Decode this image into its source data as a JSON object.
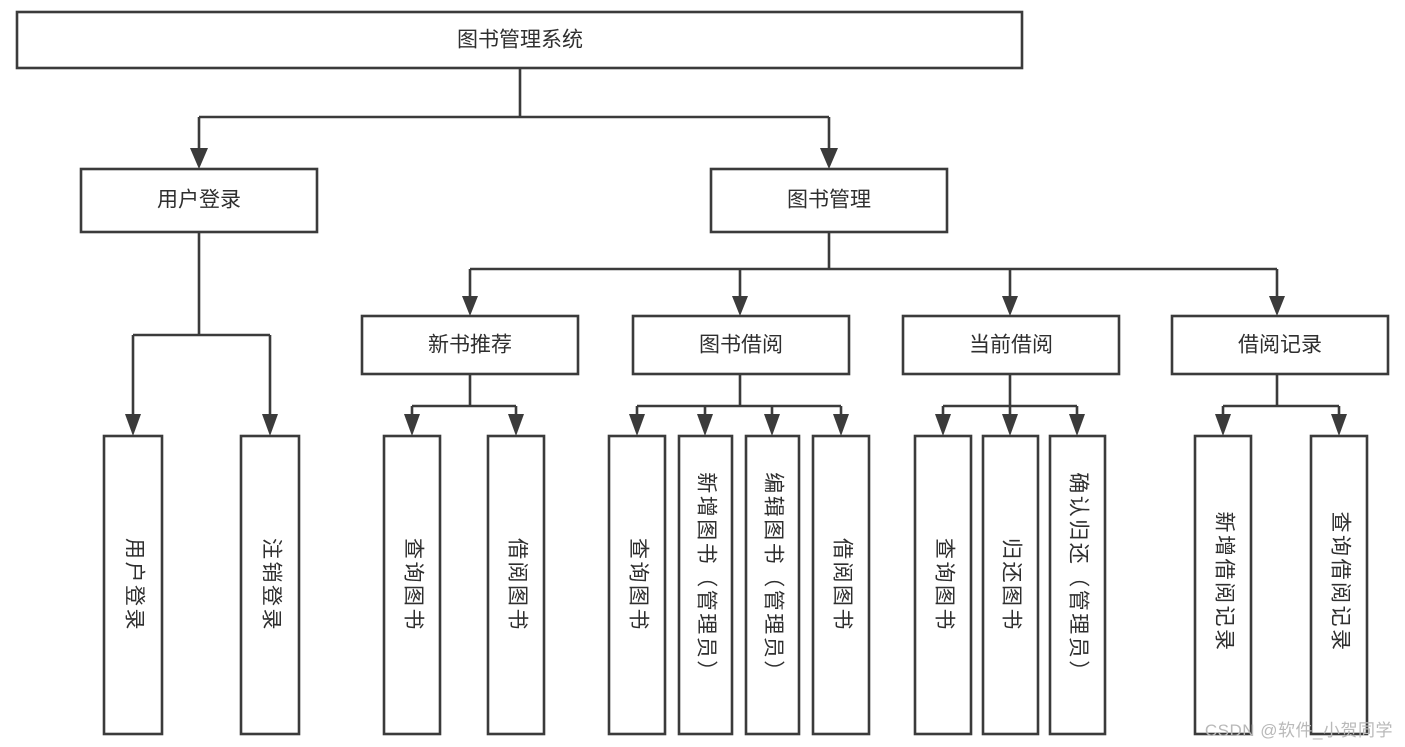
{
  "diagram": {
    "type": "tree-hierarchy-chart",
    "title_text": "图书管理系统",
    "watermark": "CSDN @软件_小贺同学",
    "colors": {
      "background": "#ffffff",
      "box_fill": "#ffffff",
      "box_stroke": "#3b3b3b",
      "text": "#2f2f2f",
      "watermark": "#b9b9b9"
    },
    "levels": {
      "root": {
        "label": "图书管理系统"
      },
      "level2": [
        {
          "id": "user-login",
          "label": "用户登录"
        },
        {
          "id": "book-management",
          "label": "图书管理"
        }
      ],
      "level3": [
        {
          "id": "new-book-recommend",
          "label": "新书推荐"
        },
        {
          "id": "book-borrow",
          "label": "图书借阅"
        },
        {
          "id": "current-borrow",
          "label": "当前借阅"
        },
        {
          "id": "borrow-record",
          "label": "借阅记录"
        }
      ],
      "leaves": {
        "user-login": [
          {
            "id": "leaf-user-login",
            "label": "用户登录"
          },
          {
            "id": "leaf-logout-login",
            "label": "注销登录"
          }
        ],
        "new-book-recommend": [
          {
            "id": "leaf-query-book-1",
            "label": "查询图书"
          },
          {
            "id": "leaf-borrow-book-1",
            "label": "借阅图书"
          }
        ],
        "book-borrow": [
          {
            "id": "leaf-query-book-2",
            "label": "查询图书"
          },
          {
            "id": "leaf-add-book",
            "label": "新增图书（管理员）"
          },
          {
            "id": "leaf-edit-book",
            "label": "编辑图书（管理员）"
          },
          {
            "id": "leaf-borrow-book-2",
            "label": "借阅图书"
          }
        ],
        "current-borrow": [
          {
            "id": "leaf-query-book-3",
            "label": "查询图书"
          },
          {
            "id": "leaf-return-book",
            "label": "归还图书"
          },
          {
            "id": "leaf-confirm-return",
            "label": "确认归还（管理员）"
          }
        ],
        "borrow-record": [
          {
            "id": "leaf-add-record",
            "label": "新增借阅记录"
          },
          {
            "id": "leaf-query-record",
            "label": "查询借阅记录"
          }
        ]
      }
    }
  }
}
